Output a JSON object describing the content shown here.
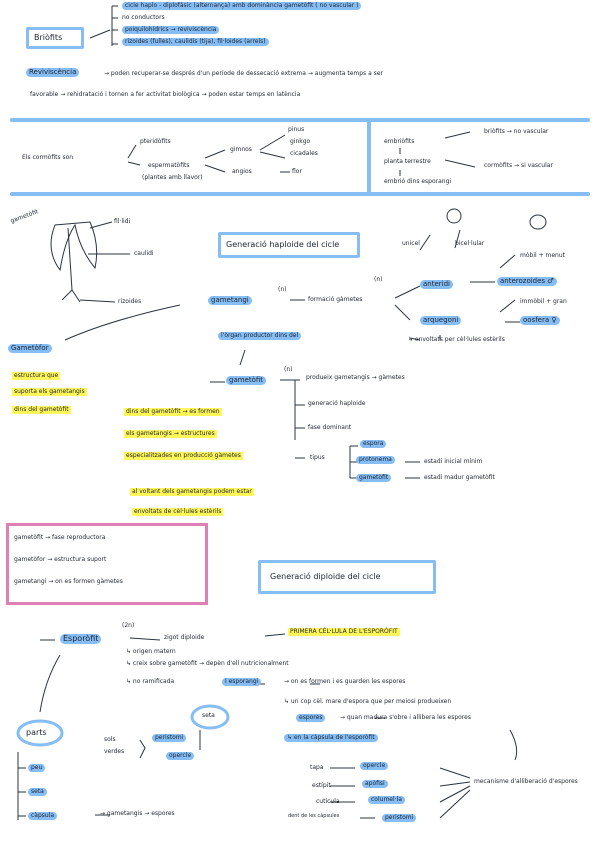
{
  "briofits": {
    "title": "Briòfits",
    "items": [
      "cicle haplo - diplofàsic (alternança) amb dominància gametòfit ( no vascular )",
      "no conductors",
      "poiquilohídrics → reviviscència",
      "rizoides (fulles), caulidis (tija), fil·loides (arrels)"
    ],
    "revival_label": "Reviviscència",
    "revival_line1": "→ poden recuperar-se després d'un període de dessecació extrema → augmenta temps a ser",
    "revival_line2": "favorable → rehidratació i tornen a fer activitat biològica → poden estar temps en latència"
  },
  "classification": {
    "left_label": "Els cormòfits son",
    "pteridofits": "pteridòfits",
    "espermatofits": "espermatòfits",
    "espermatofits_note": "(plantes amb llavor)",
    "gimnos": "gimnos",
    "angios": "angios",
    "flor": "flor",
    "gimno_examples": [
      "pinus",
      "ginkgo",
      "cicadales"
    ],
    "right_col": [
      "embriòfits",
      "planta terrestre",
      "embrió dins esporangi"
    ],
    "briofits_note": "briòfits → no vascular",
    "cormofits_note": "cormòfits → si vascular"
  },
  "haploid": {
    "side_label": "gametòfit",
    "drawing_labels": [
      "fil·lidi",
      "caulidi",
      "rizoides"
    ],
    "gametofor_label": "Gametòfor",
    "gametofor_desc": [
      "estructura que",
      "suporta els gametangis",
      "dins del gametòfit"
    ],
    "title": "Generació haploide del cicle",
    "gametangi": "gametangi",
    "n1": "(n)",
    "n2": "(n)",
    "formacio": "formació gàmetes",
    "haploid_note": "gàmetes",
    "anteridi": "anteridi",
    "anterozoides": "anterozoides ♂",
    "arquegoni": "arquegoni",
    "oosfera": "oosfera ♀",
    "mobil": "mòbil + menut",
    "immobil": "immòbil + gran",
    "arquegoni_note": "↳ envoltats per cèl·lules estèrils",
    "cap_labels": [
      "unicel",
      "bicel·lular"
    ],
    "process_line": "l'òrgan productor dins del",
    "gametofit": "gametòfit",
    "n3": "(n)",
    "produeix": "produeix gametangis → gàmetes",
    "generacio": "generació haploide",
    "fase": "fase dominant",
    "tipus": "tipus",
    "espora": "espora",
    "protonema": "protonema",
    "gametofit2": "gametòfit",
    "protonema_note": "estadi inicial mínim",
    "gametofit_note": "estadi madur gametòfit",
    "yl1": "dins del gametòfit → es formen",
    "yl2": "els gametangis → estructures",
    "yl3": "especialitzades en producció gàmetes",
    "yl4": "al voltant dels gametangis podem estar",
    "yl5": "envoltats de cèl·lules estèrils"
  },
  "summary": {
    "lines": [
      "gametòfit → fase reproductora",
      "gametòfor → estructura suport",
      "gametangi → on es formen gàmetes"
    ]
  },
  "diploid": {
    "title": "Generació diploide del cicle",
    "n2n": "(2n)",
    "esporofit": "Esporòfit",
    "zigot": "zigot diploide",
    "primera": "PRIMERA CÈL·LULA DE L'ESPORÒFIT",
    "lines": [
      "↳ origen matern",
      "↳ creix sobre gametòfit → depèn d'ell nutricionalment",
      "↳ no ramificada"
    ],
    "esporangi": "l esporangi",
    "esporangi_note": "→ on es formen i es guarden les espores",
    "lid_line": "↳ un cop cèl. mare d'espora que per meiosi produeixen",
    "espores": "espores",
    "espores_note": "→ quan madura s'obre i allibera les espores",
    "capsula": "↳ en la càpsula de l'esporòfit",
    "parts": "parts",
    "seta": "seta",
    "peu": "peu",
    "capsula2": "càpsula",
    "gametangis_espores": "→ gametangis → espores",
    "sols": "sols",
    "verdes": "verdes",
    "peristomi": "peristomi",
    "opercle": "opercle",
    "right_labels": [
      "opercle",
      "apòfisi",
      "columel·la",
      "peristomi"
    ],
    "left_labels": [
      "tapa",
      "estípit",
      "cutícula",
      "dent de les càpsules"
    ],
    "mecanisme": "mecanisme d'alliberació d'espores"
  }
}
